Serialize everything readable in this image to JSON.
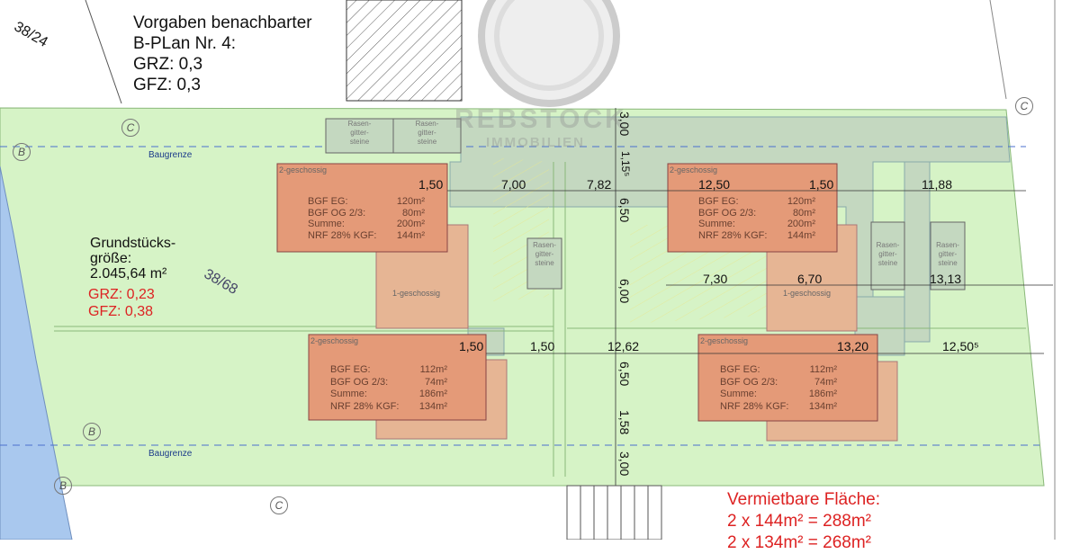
{
  "neighbor_rules": {
    "line1": "Vorgaben benachbarter",
    "line2": "B-PLan Nr. 4:",
    "grz": "GRZ: 0,3",
    "gfz": "GFZ: 0,3"
  },
  "parcels": {
    "top_left": "38/24",
    "main": "38/68"
  },
  "plot": {
    "label1": "Grundstücks-",
    "label2": "größe:",
    "area": "2.045,64 m²",
    "grz": "GRZ: 0,23",
    "gfz": "GFZ: 0,38"
  },
  "baugrenze": "Baugrenze",
  "markers": {
    "c": "C",
    "b": "B"
  },
  "rasen": "Rasen-\ngitter-\nsteine",
  "watermark": {
    "line1": "REBSTOCK",
    "line2": "IMMOBILIEN"
  },
  "storey": {
    "two": "2-geschossig",
    "one": "1-geschossig"
  },
  "houses": [
    {
      "rows": [
        [
          "BGF EG:",
          "120m²"
        ],
        [
          "BGF OG 2/3:",
          "80m²"
        ],
        [
          "Summe:",
          "200m²"
        ],
        [
          "NRF 28% KGF:",
          "144m²"
        ]
      ]
    },
    {
      "rows": [
        [
          "BGF EG:",
          "120m²"
        ],
        [
          "BGF OG 2/3:",
          "80m²"
        ],
        [
          "Summe:",
          "200m²"
        ],
        [
          "NRF 28% KGF:",
          "144m²"
        ]
      ]
    },
    {
      "rows": [
        [
          "BGF EG:",
          "112m²"
        ],
        [
          "BGF OG 2/3:",
          "74m²"
        ],
        [
          "Summe:",
          "186m²"
        ],
        [
          "NRF 28% KGF:",
          "134m²"
        ]
      ]
    },
    {
      "rows": [
        [
          "BGF EG:",
          "112m²"
        ],
        [
          "BGF OG 2/3:",
          "74m²"
        ],
        [
          "Summe:",
          "186m²"
        ],
        [
          "NRF 28% KGF:",
          "134m²"
        ]
      ]
    }
  ],
  "dimensions": {
    "d1": "1,50",
    "d2": "7,00",
    "d3": "7,82",
    "d4": "12,50",
    "d5": "1,50",
    "d6": "11,88",
    "d7": "7,30",
    "d8": "6,70",
    "d9": "13,13",
    "d10": "1,50",
    "d11": "1,50",
    "d12": "12,62",
    "d13": "13,20",
    "d14": "12,50⁵",
    "v1": "3,00",
    "v2": "1,15⁵",
    "v3": "6,50",
    "v4": "6,00",
    "v5": "6,50",
    "v6": "1,58",
    "v7": "3,00"
  },
  "rentable": {
    "title": "Vermietbare Fläche:",
    "line1": "2 x 144m² = 288m²",
    "line2": "2 x 134m² = 268m²"
  },
  "colors": {
    "plot": "#d6f3c6",
    "house": "#e49a78",
    "house_one_storey": "#e6b594",
    "driveway": "#c4d8c0",
    "water": "#a9c8ee",
    "red_text": "#d22222"
  }
}
